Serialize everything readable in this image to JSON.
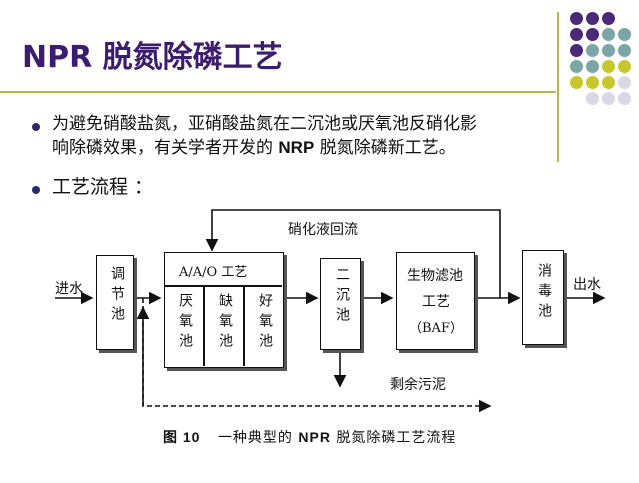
{
  "slide": {
    "title": "NPR 脱氮除磷工艺",
    "bullet1_line1": "为避免硝酸盐氮，亚硝酸盐氮在二沉池或厌氧池反硝化影",
    "bullet1_line2_pre": "响除磷效果，有关学者开发的",
    "bullet1_line2_bold": "NRP",
    "bullet1_line2_post": "脱氮除磷新工艺。",
    "bullet2": "工艺流程 ："
  },
  "diagram": {
    "inlet": "进水",
    "outlet": "出水",
    "recycle": "硝化液回流",
    "sludge": "剩余污泥",
    "regulating_tank": "调节池",
    "aao_header": "A/A/O 工艺",
    "anaerobic": "厌氧池",
    "anoxic": "缺氧池",
    "aerobic": "好氧池",
    "secondary_clarifier": "二沉池",
    "baf_line1": "生物滤池",
    "baf_line2": "工艺",
    "baf_line3": "（BAF）",
    "disinfection": "消毒池",
    "caption_prefix": "图 10",
    "caption_mid": "一种典型的",
    "caption_bold": "NPR",
    "caption_post": "脱氮除磷工艺流程"
  },
  "decor_colors": [
    "#4a2a78",
    "#7aa6a6",
    "#c6c82e",
    "#d8d8e6"
  ]
}
